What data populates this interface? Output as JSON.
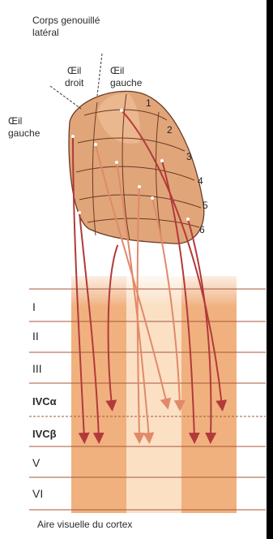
{
  "labels": {
    "corps_line1": "Corps genouillé",
    "corps_line2": "latéral",
    "oeil_droit_line1": "Œil",
    "oeil_droit_line2": "droit",
    "oeil_gauche_top_line1": "Œil",
    "oeil_gauche_top_line2": "gauche",
    "oeil_gauche_left_line1": "Œil",
    "oeil_gauche_left_line2": "gauche"
  },
  "lgn_layers": [
    "1",
    "2",
    "3",
    "4",
    "5",
    "6"
  ],
  "cortex_layers": [
    "I",
    "II",
    "III",
    "IVCα",
    "IVCβ",
    "V",
    "VI"
  ],
  "caption": "Aire visuelle du cortex",
  "colors": {
    "lgn_fill": "#e1a57a",
    "lgn_outline": "#6b3a22",
    "column_dark": "#f0b17f",
    "column_light": "#fbe0c4",
    "arrow_dark": "#b23a3a",
    "arrow_light": "#e08a6a",
    "layer_line": "#a8563a"
  }
}
